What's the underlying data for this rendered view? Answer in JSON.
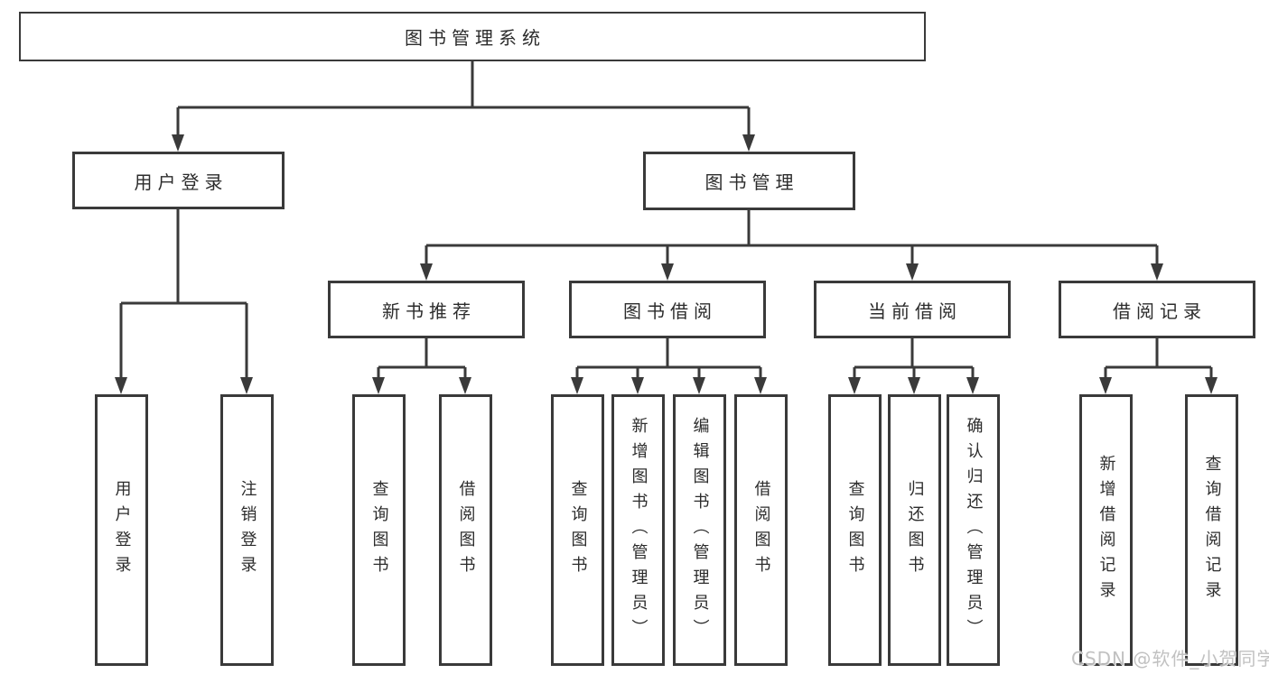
{
  "root": {
    "label": "图书管理系统"
  },
  "branches": [
    {
      "label": "用户登录",
      "children": [
        {
          "label": "用户登录"
        },
        {
          "label": "注销登录"
        }
      ]
    },
    {
      "label": "图书管理",
      "groups": [
        {
          "label": "新书推荐",
          "children": [
            {
              "label": "查询图书"
            },
            {
              "label": "借阅图书"
            }
          ]
        },
        {
          "label": "图书借阅",
          "children": [
            {
              "label": "查询图书"
            },
            {
              "label": "新增图书（管理员）"
            },
            {
              "label": "编辑图书（管理员）"
            },
            {
              "label": "借阅图书"
            }
          ]
        },
        {
          "label": "当前借阅",
          "children": [
            {
              "label": "查询图书"
            },
            {
              "label": "归还图书"
            },
            {
              "label": "确认归还（管理员）"
            }
          ]
        },
        {
          "label": "借阅记录",
          "children": [
            {
              "label": "新增借阅记录"
            },
            {
              "label": "查询借阅记录"
            }
          ]
        }
      ]
    }
  ],
  "watermark": "CSDN @软件_小贺同学",
  "colors": {
    "line": "#3a3a3a",
    "text": "#2c2c2c",
    "box_background": "#ffffff",
    "page_background": "#ffffff",
    "watermark": "#bcbcbc"
  }
}
